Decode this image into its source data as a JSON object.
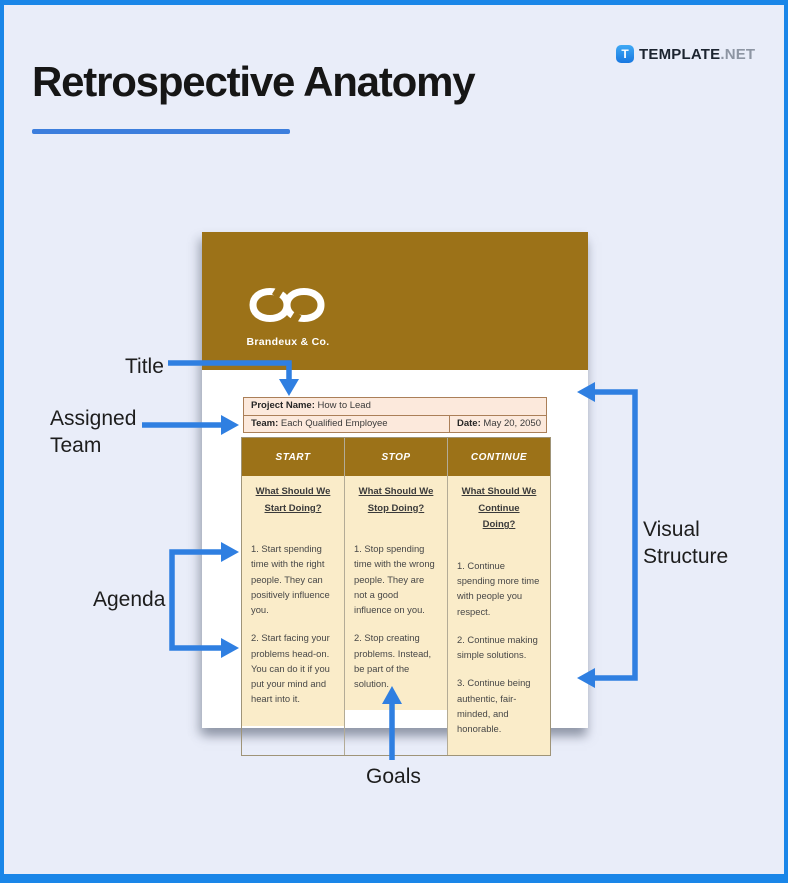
{
  "header": {
    "page_title": "Retrospective Anatomy",
    "brand": {
      "badge_letter": "T",
      "name": "TEMPLATE",
      "suffix": ".NET"
    }
  },
  "annotations": {
    "title": "Title",
    "assigned_team": "Assigned Team",
    "agenda": "Agenda",
    "goals": "Goals",
    "visual_structure": "Visual Structure"
  },
  "document": {
    "company_name": "Brandeux & Co.",
    "logo_icon": "infinity-chain-icon",
    "info": {
      "project_label": "Project Name:",
      "project_value": " How to Lead",
      "team_label": "Team:",
      "team_value": " Each Qualified Employee",
      "date_label": "Date:",
      "date_value": " May 20, 2050"
    },
    "columns": [
      {
        "header": "START",
        "question": "What Should We Start Doing?",
        "items": [
          "1. Start spending time with the right people. They can positively influence you.",
          "2. Start facing your problems head-on. You can do it if you put your mind and heart into it."
        ]
      },
      {
        "header": "STOP",
        "question": "What Should We Stop Doing?",
        "items": [
          "1. Stop spending time with the wrong people. They are not a good influence on you.",
          "2. Stop creating problems. Instead, be part of the solution."
        ]
      },
      {
        "header": "CONTINUE",
        "question": "What Should We Continue Doing?",
        "items": [
          "1. Continue spending more time with people you respect.",
          "2. Continue making simple solutions.",
          "3. Continue being authentic, fair-minded, and honorable."
        ]
      }
    ]
  },
  "colors": {
    "arrow_blue": "#2f7fe1",
    "frame_blue": "#1a86e8",
    "canvas_background": "#e9edf9",
    "document_brown": "#9c7218",
    "table_cream": "#faecc9",
    "info_peach": "#fce9dc",
    "heading_text": "#161616"
  }
}
